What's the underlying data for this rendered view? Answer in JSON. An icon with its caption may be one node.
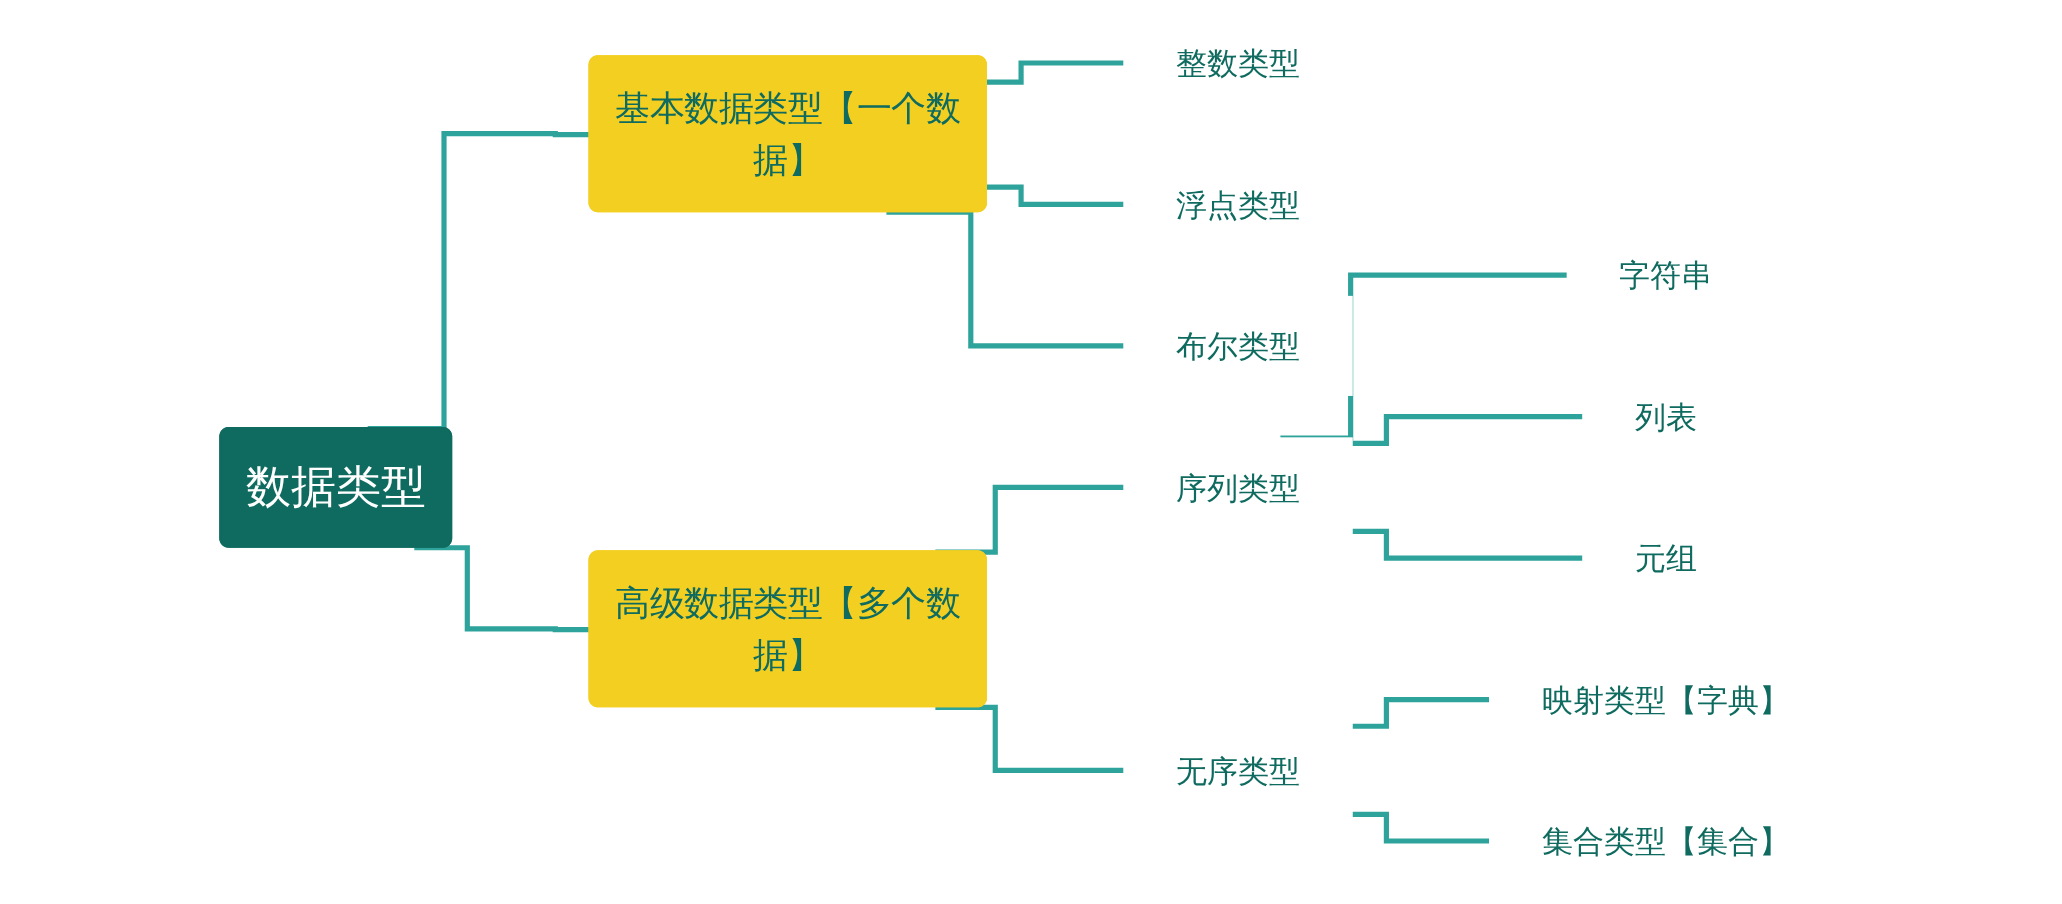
{
  "diagram": {
    "nodes": [
      {
        "text": [
          "数据类型"
        ]
      },
      {
        "text": [
          "基本数据类型【一个数据】"
        ]
      },
      {
        "text": [
          "整数类型"
        ]
      },
      {
        "text": [
          "浮点类型"
        ]
      },
      {
        "text": [
          "布尔类型"
        ]
      },
      {
        "text": [
          "高级数据类型【多个数据】"
        ]
      },
      {
        "text": [
          "序列类型"
        ]
      },
      {
        "text": [
          "字符串"
        ]
      },
      {
        "text": [
          "列表"
        ]
      },
      {
        "text": [
          "元组"
        ]
      },
      {
        "text": [
          "无序类型"
        ]
      },
      {
        "text": [
          "映射类型【字典】"
        ]
      },
      {
        "text": [
          "集合类型【集合】"
        ]
      }
    ],
    "edges": [
      {
        "from": 0,
        "to": 1,
        "arrow": "none"
      },
      {
        "from": 1,
        "to": 2,
        "arrow": "none"
      },
      {
        "from": 1,
        "to": 3,
        "arrow": "none"
      },
      {
        "from": 1,
        "to": 4,
        "arrow": "none"
      },
      {
        "from": 0,
        "to": 5,
        "arrow": "none"
      },
      {
        "from": 5,
        "to": 6,
        "arrow": "none"
      },
      {
        "from": 6,
        "to": 7,
        "arrow": "none"
      },
      {
        "from": 6,
        "to": 8,
        "arrow": "none"
      },
      {
        "from": 6,
        "to": 9,
        "arrow": "none"
      },
      {
        "from": 5,
        "to": 10,
        "arrow": "none"
      },
      {
        "from": 10,
        "to": 11,
        "arrow": "none"
      },
      {
        "from": 10,
        "to": 12,
        "arrow": "none"
      }
    ]
  }
}
